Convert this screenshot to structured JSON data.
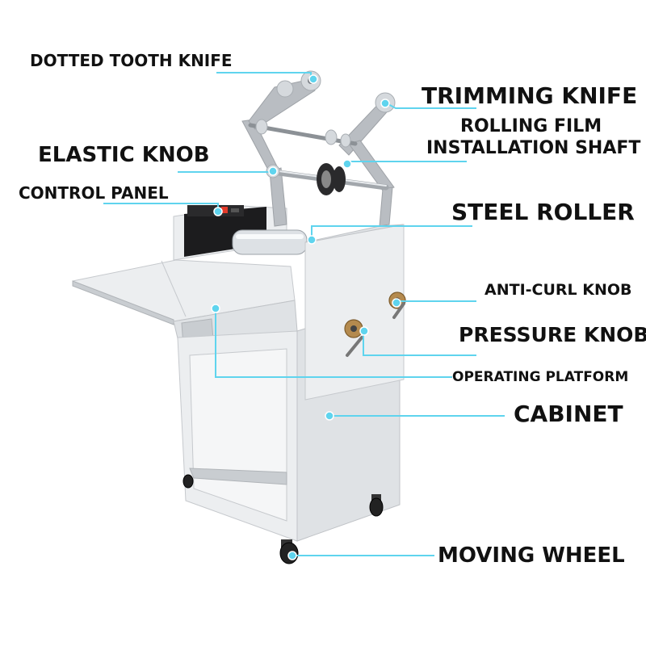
{
  "labels": {
    "dotted_tooth_knife": "DOTTED TOOTH KNIFE",
    "trimming_knife": "TRIMMING KNIFE",
    "rolling_film_line1": "ROLLING FILM",
    "rolling_film_line2": "INSTALLATION SHAFT",
    "elastic_knob": "ELASTIC KNOB",
    "control_panel": "CONTROL PANEL",
    "steel_roller": "STEEL ROLLER",
    "anti_curl_knob": "ANTI-CURL KNOB",
    "pressure_knob": "PRESSURE KNOB",
    "operating_platform": "OPERATING PLATFORM",
    "cabinet": "CABINET",
    "moving_wheel": "MOVING WHEEL"
  },
  "colors": {
    "leader_line": "#5fd4ee",
    "label_text": "#111111",
    "machine_body": "#eceef0"
  }
}
